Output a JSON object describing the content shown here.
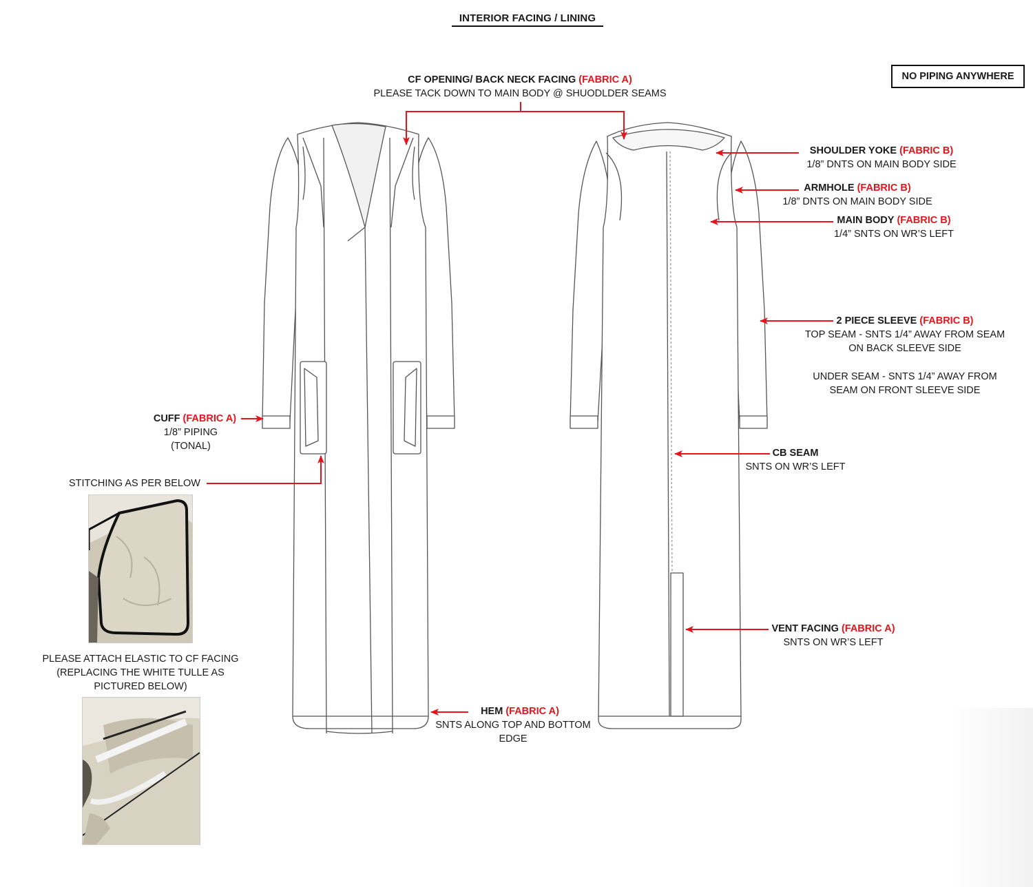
{
  "header": {
    "title": "INTERIOR FACING / LINING",
    "notice": "NO PIPING ANYWHERE"
  },
  "callouts": {
    "cf_opening": {
      "name": "CF OPENING/ BACK NECK  FACING",
      "fabric": "(FABRIC A)",
      "notes": [
        "PLEASE TACK DOWN TO MAIN BODY @ SHUODLDER SEAMS"
      ]
    },
    "shoulder_yoke": {
      "name": "SHOULDER YOKE",
      "fabric": "(FABRIC B)",
      "notes": [
        "1/8” DNTS ON MAIN BODY SIDE"
      ]
    },
    "armhole": {
      "name": "ARMHOLE",
      "fabric": "(FABRIC B)",
      "notes": [
        "1/8” DNTS ON MAIN BODY SIDE"
      ]
    },
    "main_body": {
      "name": "MAIN BODY",
      "fabric": "(FABRIC B)",
      "notes": [
        "1/4” SNTS ON WR’S LEFT"
      ]
    },
    "sleeve": {
      "name": "2 PIECE SLEEVE",
      "fabric": "(FABRIC B)",
      "notes": [
        "TOP SEAM - SNTS 1/4” AWAY FROM SEAM",
        "ON BACK SLEEVE SIDE",
        "UNDER SEAM - SNTS 1/4” AWAY FROM",
        "SEAM ON FRONT SLEEVE SIDE"
      ]
    },
    "cuff": {
      "name": "CUFF",
      "fabric": "(FABRIC A)",
      "notes": [
        "1/8” PIPING",
        "(TONAL)"
      ]
    },
    "stitching": {
      "name": "STITCHING AS PER BELOW"
    },
    "cb_seam": {
      "name": "CB SEAM",
      "notes": [
        "SNTS ON WR’S LEFT"
      ]
    },
    "vent_facing": {
      "name": "VENT FACING",
      "fabric": "(FABRIC A)",
      "notes": [
        "SNTS ON WR’S LEFT"
      ]
    },
    "hem": {
      "name": "HEM",
      "fabric": "(FABRIC A)",
      "notes": [
        "SNTS ALONG TOP AND BOTTOM",
        "EDGE"
      ]
    },
    "elastic": {
      "notes": [
        "PLEASE ATTACH ELASTIC TO CF FACING",
        "(REPLACING THE WHITE TULLE AS",
        "PICTURED BELOW)"
      ]
    }
  },
  "colors": {
    "arrow": "#e4141c",
    "fabric_label": "#e4141c",
    "line": "#555555",
    "photo_fabric": "#d8d2c2"
  }
}
